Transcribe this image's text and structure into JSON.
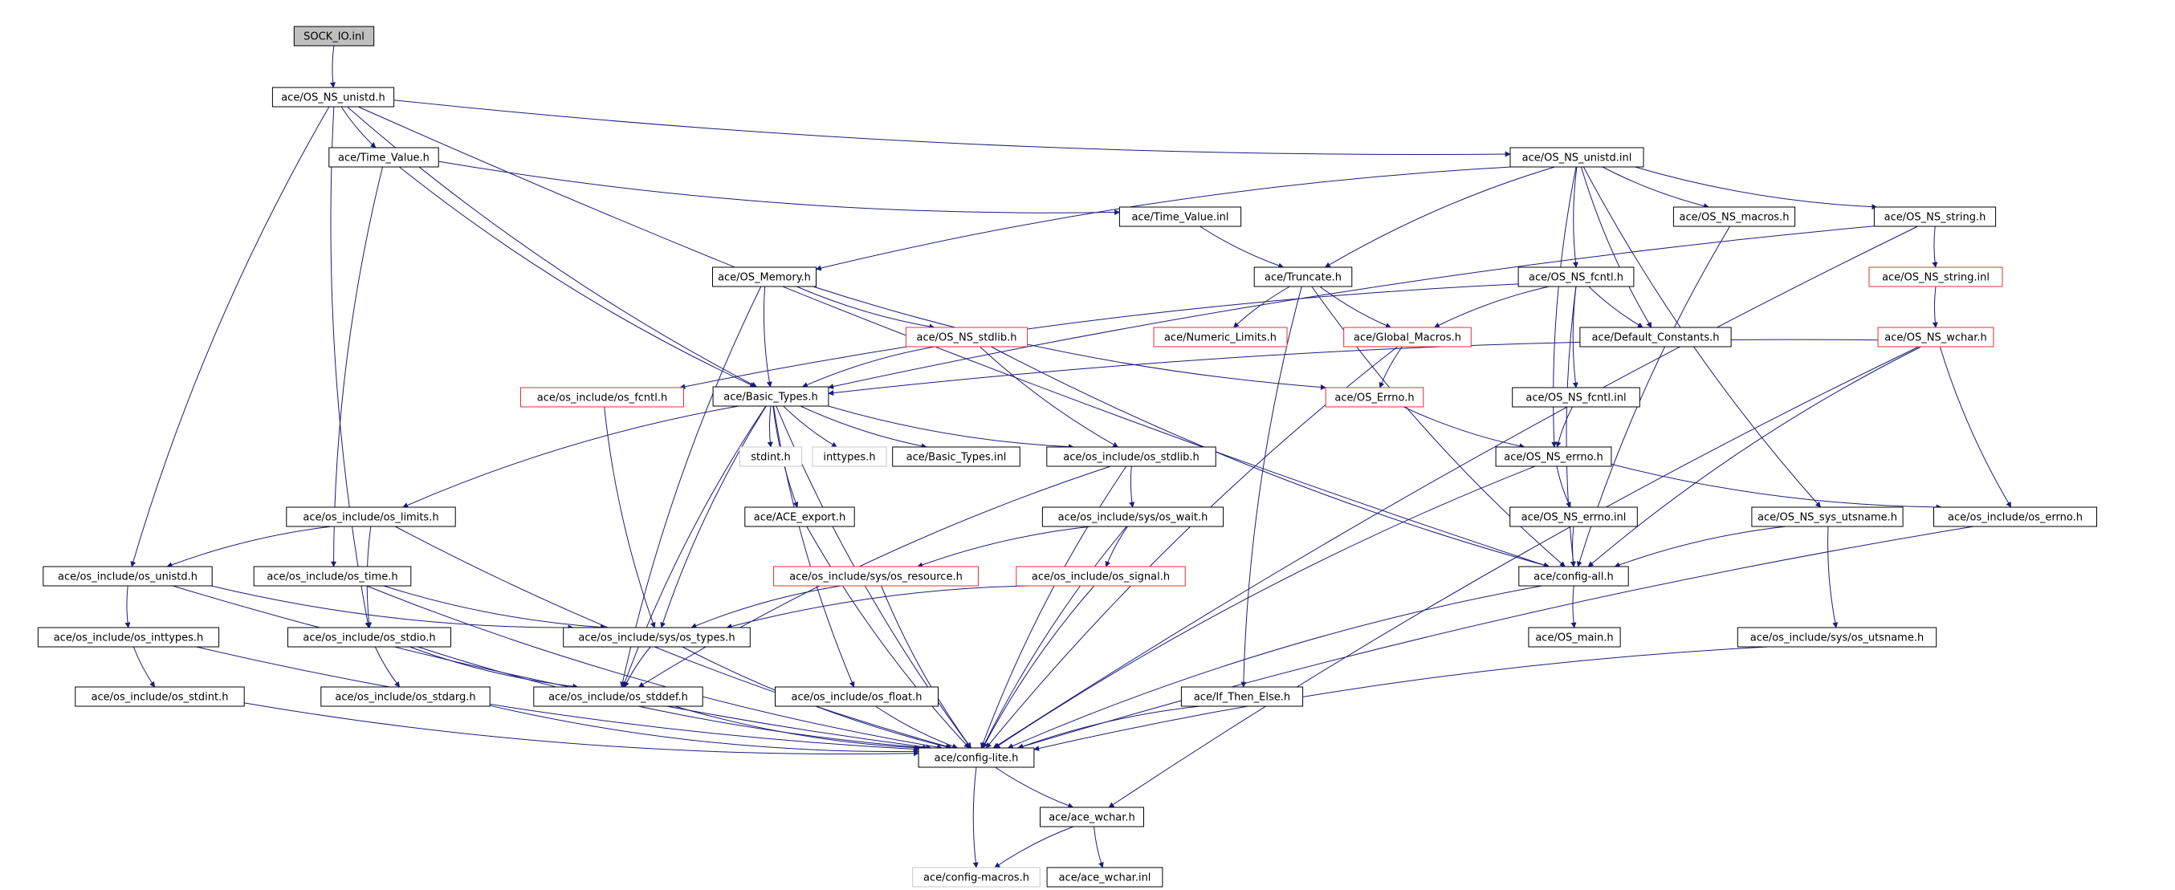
{
  "graph": {
    "colors": {
      "edge": "#1b1b7c",
      "border_default": "#000000",
      "border_truncated": "#e03030",
      "border_external": "#c8c8c8",
      "root_fill": "#bfbfbf",
      "node_fill": "#ffffff"
    },
    "nodes": [
      {
        "id": "sock_io_inl",
        "label": "SOCK_IO.inl",
        "kind": "root"
      },
      {
        "id": "os_ns_unistd_h",
        "label": "ace/OS_NS_unistd.h",
        "kind": "default"
      },
      {
        "id": "time_value_h",
        "label": "ace/Time_Value.h",
        "kind": "default"
      },
      {
        "id": "os_ns_unistd_inl",
        "label": "ace/OS_NS_unistd.inl",
        "kind": "default"
      },
      {
        "id": "time_value_inl",
        "label": "ace/Time_Value.inl",
        "kind": "default"
      },
      {
        "id": "os_ns_macros_h",
        "label": "ace/OS_NS_macros.h",
        "kind": "default"
      },
      {
        "id": "os_ns_string_h",
        "label": "ace/OS_NS_string.h",
        "kind": "default"
      },
      {
        "id": "os_memory_h",
        "label": "ace/OS_Memory.h",
        "kind": "default"
      },
      {
        "id": "truncate_h",
        "label": "ace/Truncate.h",
        "kind": "default"
      },
      {
        "id": "os_ns_fcntl_h",
        "label": "ace/OS_NS_fcntl.h",
        "kind": "default"
      },
      {
        "id": "os_ns_string_inl",
        "label": "ace/OS_NS_string.inl",
        "kind": "truncated"
      },
      {
        "id": "os_ns_stdlib_h",
        "label": "ace/OS_NS_stdlib.h",
        "kind": "truncated"
      },
      {
        "id": "numeric_limits_h",
        "label": "ace/Numeric_Limits.h",
        "kind": "truncated"
      },
      {
        "id": "global_macros_h",
        "label": "ace/Global_Macros.h",
        "kind": "truncated"
      },
      {
        "id": "default_constants_h",
        "label": "ace/Default_Constants.h",
        "kind": "default"
      },
      {
        "id": "os_ns_wchar_h",
        "label": "ace/OS_NS_wchar.h",
        "kind": "truncated"
      },
      {
        "id": "os_include_os_fcntl_h",
        "label": "ace/os_include/os_fcntl.h",
        "kind": "truncated"
      },
      {
        "id": "basic_types_h",
        "label": "ace/Basic_Types.h",
        "kind": "default"
      },
      {
        "id": "os_errno_h",
        "label": "ace/OS_Errno.h",
        "kind": "truncated"
      },
      {
        "id": "os_ns_fcntl_inl",
        "label": "ace/OS_NS_fcntl.inl",
        "kind": "default"
      },
      {
        "id": "stdint_h",
        "label": "stdint.h",
        "kind": "external"
      },
      {
        "id": "inttypes_h",
        "label": "inttypes.h",
        "kind": "external"
      },
      {
        "id": "basic_types_inl",
        "label": "ace/Basic_Types.inl",
        "kind": "default"
      },
      {
        "id": "os_include_os_stdlib_h",
        "label": "ace/os_include/os_stdlib.h",
        "kind": "default"
      },
      {
        "id": "os_ns_errno_h",
        "label": "ace/OS_NS_errno.h",
        "kind": "default"
      },
      {
        "id": "os_include_os_limits_h",
        "label": "ace/os_include/os_limits.h",
        "kind": "default"
      },
      {
        "id": "ace_export_h",
        "label": "ace/ACE_export.h",
        "kind": "default"
      },
      {
        "id": "os_include_sys_os_wait_h",
        "label": "ace/os_include/sys/os_wait.h",
        "kind": "default"
      },
      {
        "id": "os_ns_errno_inl",
        "label": "ace/OS_NS_errno.inl",
        "kind": "default"
      },
      {
        "id": "os_ns_sys_utsname_h",
        "label": "ace/OS_NS_sys_utsname.h",
        "kind": "default"
      },
      {
        "id": "os_include_os_errno_h",
        "label": "ace/os_include/os_errno.h",
        "kind": "default"
      },
      {
        "id": "os_include_os_unistd_h",
        "label": "ace/os_include/os_unistd.h",
        "kind": "default"
      },
      {
        "id": "os_include_os_time_h",
        "label": "ace/os_include/os_time.h",
        "kind": "default"
      },
      {
        "id": "os_include_sys_os_resource_h",
        "label": "ace/os_include/sys/os_resource.h",
        "kind": "truncated"
      },
      {
        "id": "os_include_os_signal_h",
        "label": "ace/os_include/os_signal.h",
        "kind": "truncated"
      },
      {
        "id": "config_all_h",
        "label": "ace/config-all.h",
        "kind": "default"
      },
      {
        "id": "os_include_os_inttypes_h",
        "label": "ace/os_include/os_inttypes.h",
        "kind": "default"
      },
      {
        "id": "os_include_os_stdio_h",
        "label": "ace/os_include/os_stdio.h",
        "kind": "default"
      },
      {
        "id": "os_include_sys_os_types_h",
        "label": "ace/os_include/sys/os_types.h",
        "kind": "default"
      },
      {
        "id": "os_main_h",
        "label": "ace/OS_main.h",
        "kind": "default"
      },
      {
        "id": "os_include_sys_os_utsname_h",
        "label": "ace/os_include/sys/os_utsname.h",
        "kind": "default"
      },
      {
        "id": "os_include_os_stdint_h",
        "label": "ace/os_include/os_stdint.h",
        "kind": "default"
      },
      {
        "id": "os_include_os_stdarg_h",
        "label": "ace/os_include/os_stdarg.h",
        "kind": "default"
      },
      {
        "id": "os_include_os_stddef_h",
        "label": "ace/os_include/os_stddef.h",
        "kind": "default"
      },
      {
        "id": "os_include_os_float_h",
        "label": "ace/os_include/os_float.h",
        "kind": "default"
      },
      {
        "id": "if_then_else_h",
        "label": "ace/If_Then_Else.h",
        "kind": "default"
      },
      {
        "id": "config_lite_h",
        "label": "ace/config-lite.h",
        "kind": "default"
      },
      {
        "id": "ace_wchar_h",
        "label": "ace/ace_wchar.h",
        "kind": "default"
      },
      {
        "id": "config_macros_h",
        "label": "ace/config-macros.h",
        "kind": "external"
      },
      {
        "id": "ace_wchar_inl",
        "label": "ace/ace_wchar.inl",
        "kind": "default"
      }
    ],
    "edges": [
      [
        "sock_io_inl",
        "os_ns_unistd_h"
      ],
      [
        "os_ns_unistd_h",
        "time_value_h"
      ],
      [
        "os_ns_unistd_h",
        "os_ns_unistd_inl"
      ],
      [
        "os_ns_unistd_h",
        "basic_types_h"
      ],
      [
        "os_ns_unistd_h",
        "os_include_os_unistd_h"
      ],
      [
        "os_ns_unistd_h",
        "os_include_os_stdio_h"
      ],
      [
        "os_ns_unistd_h",
        "config_all_h"
      ],
      [
        "time_value_h",
        "time_value_inl"
      ],
      [
        "time_value_h",
        "basic_types_h"
      ],
      [
        "time_value_h",
        "os_include_os_time_h"
      ],
      [
        "os_ns_unistd_inl",
        "os_ns_macros_h"
      ],
      [
        "os_ns_unistd_inl",
        "os_ns_string_h"
      ],
      [
        "os_ns_unistd_inl",
        "os_memory_h"
      ],
      [
        "os_ns_unistd_inl",
        "truncate_h"
      ],
      [
        "os_ns_unistd_inl",
        "os_ns_fcntl_h"
      ],
      [
        "os_ns_unistd_inl",
        "default_constants_h"
      ],
      [
        "os_ns_unistd_inl",
        "os_ns_errno_h"
      ],
      [
        "os_ns_unistd_inl",
        "os_ns_sys_utsname_h"
      ],
      [
        "time_value_inl",
        "truncate_h"
      ],
      [
        "os_ns_macros_h",
        "config_all_h"
      ],
      [
        "os_ns_string_h",
        "os_ns_string_inl"
      ],
      [
        "os_ns_string_h",
        "basic_types_h"
      ],
      [
        "os_ns_string_h",
        "config_lite_h"
      ],
      [
        "os_ns_string_inl",
        "os_ns_wchar_h"
      ],
      [
        "os_memory_h",
        "os_ns_stdlib_h"
      ],
      [
        "os_memory_h",
        "basic_types_h"
      ],
      [
        "os_memory_h",
        "os_errno_h"
      ],
      [
        "os_memory_h",
        "os_include_os_stddef_h"
      ],
      [
        "truncate_h",
        "numeric_limits_h"
      ],
      [
        "truncate_h",
        "global_macros_h"
      ],
      [
        "truncate_h",
        "if_then_else_h"
      ],
      [
        "truncate_h",
        "config_all_h"
      ],
      [
        "os_ns_fcntl_h",
        "global_macros_h"
      ],
      [
        "os_ns_fcntl_h",
        "default_constants_h"
      ],
      [
        "os_ns_fcntl_h",
        "os_ns_fcntl_inl"
      ],
      [
        "os_ns_fcntl_h",
        "os_include_os_fcntl_h"
      ],
      [
        "os_ns_fcntl_h",
        "config_all_h"
      ],
      [
        "os_ns_stdlib_h",
        "basic_types_h"
      ],
      [
        "os_ns_stdlib_h",
        "os_include_os_stdlib_h"
      ],
      [
        "os_ns_stdlib_h",
        "config_all_h"
      ],
      [
        "global_macros_h",
        "os_errno_h"
      ],
      [
        "global_macros_h",
        "config_lite_h"
      ],
      [
        "os_ns_wchar_h",
        "basic_types_h"
      ],
      [
        "os_ns_wchar_h",
        "os_include_os_errno_h"
      ],
      [
        "os_ns_wchar_h",
        "config_all_h"
      ],
      [
        "os_ns_wchar_h",
        "ace_wchar_h"
      ],
      [
        "os_include_os_fcntl_h",
        "os_include_sys_os_types_h"
      ],
      [
        "os_errno_h",
        "os_ns_errno_h"
      ],
      [
        "os_ns_fcntl_inl",
        "os_ns_errno_h"
      ],
      [
        "basic_types_h",
        "stdint_h"
      ],
      [
        "basic_types_h",
        "inttypes_h"
      ],
      [
        "basic_types_h",
        "basic_types_inl"
      ],
      [
        "basic_types_h",
        "os_include_os_stdlib_h"
      ],
      [
        "basic_types_h",
        "os_include_os_limits_h"
      ],
      [
        "basic_types_h",
        "ace_export_h"
      ],
      [
        "basic_types_h",
        "os_include_sys_os_types_h"
      ],
      [
        "basic_types_h",
        "os_include_os_stddef_h"
      ],
      [
        "basic_types_h",
        "os_include_os_float_h"
      ],
      [
        "basic_types_h",
        "config_lite_h"
      ],
      [
        "os_include_os_stdlib_h",
        "os_include_sys_os_wait_h"
      ],
      [
        "os_include_os_stdlib_h",
        "os_include_os_stddef_h"
      ],
      [
        "os_include_os_stdlib_h",
        "config_lite_h"
      ],
      [
        "os_ns_errno_h",
        "os_ns_errno_inl"
      ],
      [
        "os_ns_errno_h",
        "os_include_os_errno_h"
      ],
      [
        "os_ns_errno_h",
        "config_lite_h"
      ],
      [
        "os_include_os_limits_h",
        "os_include_os_unistd_h"
      ],
      [
        "os_include_os_limits_h",
        "os_include_os_stdio_h"
      ],
      [
        "os_include_os_limits_h",
        "config_lite_h"
      ],
      [
        "ace_export_h",
        "config_lite_h"
      ],
      [
        "os_include_sys_os_wait_h",
        "os_include_sys_os_resource_h"
      ],
      [
        "os_include_sys_os_wait_h",
        "os_include_os_signal_h"
      ],
      [
        "os_include_sys_os_wait_h",
        "config_lite_h"
      ],
      [
        "os_ns_errno_inl",
        "config_all_h"
      ],
      [
        "os_ns_sys_utsname_h",
        "config_all_h"
      ],
      [
        "os_ns_sys_utsname_h",
        "os_include_sys_os_utsname_h"
      ],
      [
        "os_include_os_errno_h",
        "config_lite_h"
      ],
      [
        "os_include_os_unistd_h",
        "os_include_os_inttypes_h"
      ],
      [
        "os_include_os_unistd_h",
        "os_include_sys_os_types_h"
      ],
      [
        "os_include_os_unistd_h",
        "config_lite_h"
      ],
      [
        "os_include_os_time_h",
        "os_include_sys_os_types_h"
      ],
      [
        "os_include_os_time_h",
        "config_lite_h"
      ],
      [
        "os_include_sys_os_resource_h",
        "os_include_sys_os_types_h"
      ],
      [
        "os_include_sys_os_resource_h",
        "config_lite_h"
      ],
      [
        "os_include_os_signal_h",
        "os_include_sys_os_types_h"
      ],
      [
        "os_include_os_signal_h",
        "config_lite_h"
      ],
      [
        "config_all_h",
        "os_main_h"
      ],
      [
        "config_all_h",
        "config_lite_h"
      ],
      [
        "os_include_os_inttypes_h",
        "os_include_os_stdint_h"
      ],
      [
        "os_include_os_inttypes_h",
        "config_lite_h"
      ],
      [
        "os_include_os_stdio_h",
        "os_include_os_stdarg_h"
      ],
      [
        "os_include_os_stdio_h",
        "os_include_os_stddef_h"
      ],
      [
        "os_include_os_stdio_h",
        "config_lite_h"
      ],
      [
        "os_include_sys_os_types_h",
        "os_include_os_stddef_h"
      ],
      [
        "os_include_sys_os_types_h",
        "config_lite_h"
      ],
      [
        "os_include_sys_os_utsname_h",
        "config_lite_h"
      ],
      [
        "os_include_os_stdint_h",
        "config_lite_h"
      ],
      [
        "os_include_os_stdarg_h",
        "config_lite_h"
      ],
      [
        "os_include_os_stddef_h",
        "config_lite_h"
      ],
      [
        "os_include_os_float_h",
        "config_lite_h"
      ],
      [
        "if_then_else_h",
        "config_lite_h"
      ],
      [
        "config_lite_h",
        "ace_wchar_h"
      ],
      [
        "config_lite_h",
        "config_macros_h"
      ],
      [
        "ace_wchar_h",
        "config_macros_h"
      ],
      [
        "ace_wchar_h",
        "ace_wchar_inl"
      ]
    ]
  }
}
